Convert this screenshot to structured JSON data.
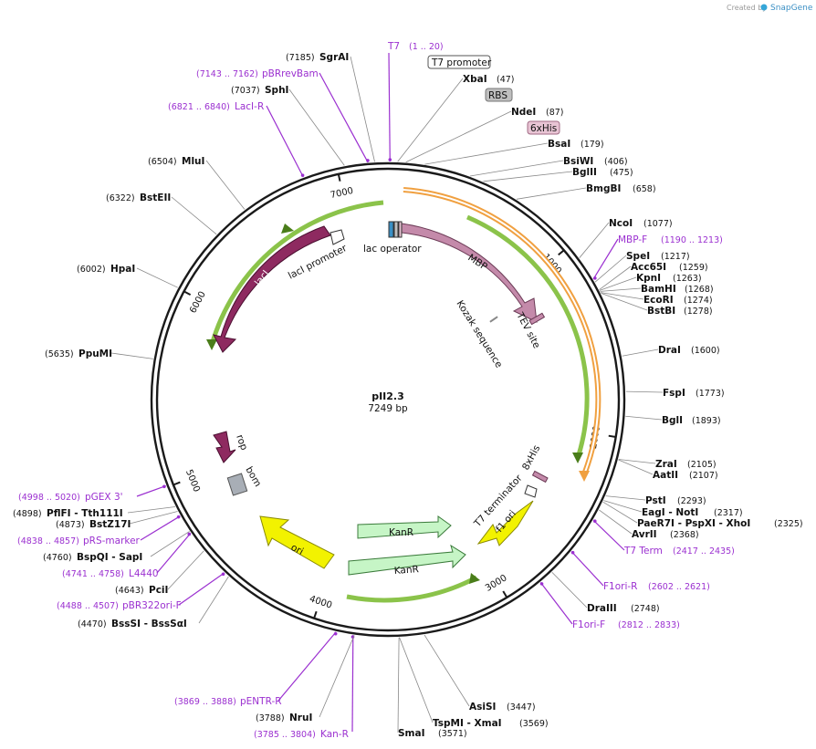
{
  "plasmid": {
    "name": "pII2.3",
    "length_label": "7249 bp",
    "length": 7249
  },
  "credit": {
    "text": "Created by",
    "brand": "SnapGene"
  },
  "colors": {
    "backbone": "#1a1a1a",
    "enzyme_line": "#888888",
    "primer": "#9b30d0",
    "green_orf": "#8bc34a",
    "orange_orf": "#f0a040",
    "MBP": "#c48aaa",
    "lacI": "#8e2a60",
    "KanR": "#c6f5c6",
    "ori": "#f2f200",
    "bom": "#a8aeb6",
    "RBS": "#bfbfbf",
    "6xHis": "#e8c4d4"
  },
  "ticks": [
    {
      "bp": 1000,
      "label": "1000"
    },
    {
      "bp": 2000,
      "label": "2000"
    },
    {
      "bp": 3000,
      "label": "3000"
    },
    {
      "bp": 4000,
      "label": "4000"
    },
    {
      "bp": 5000,
      "label": "5000"
    },
    {
      "bp": 6000,
      "label": "6000"
    },
    {
      "bp": 7000,
      "label": "7000"
    }
  ],
  "enzymes": [
    {
      "name": "XbaI",
      "pos": "(47)"
    },
    {
      "name": "NdeI",
      "pos": "(87)"
    },
    {
      "name": "BsaI",
      "pos": "(179)"
    },
    {
      "name": "BsiWI",
      "pos": "(406)"
    },
    {
      "name": "BglII",
      "pos": "(475)"
    },
    {
      "name": "BmgBI",
      "pos": "(658)"
    },
    {
      "name": "NcoI",
      "pos": "(1077)"
    },
    {
      "name": "SpeI",
      "pos": "(1217)"
    },
    {
      "name": "Acc65I",
      "pos": "(1259)"
    },
    {
      "name": "KpnI",
      "pos": "(1263)"
    },
    {
      "name": "BamHI",
      "pos": "(1268)"
    },
    {
      "name": "EcoRI",
      "pos": "(1274)"
    },
    {
      "name": "BstBI",
      "pos": "(1278)"
    },
    {
      "name": "DraI",
      "pos": "(1600)"
    },
    {
      "name": "FspI",
      "pos": "(1773)"
    },
    {
      "name": "BglI",
      "pos": "(1893)"
    },
    {
      "name": "ZraI",
      "pos": "(2105)"
    },
    {
      "name": "AatII",
      "pos": "(2107)"
    },
    {
      "name": "PstI",
      "pos": "(2293)"
    },
    {
      "name": "EagI - NotI",
      "pos": "(2317)"
    },
    {
      "name": "PaeR7I - PspXI - XhoI",
      "pos": "(2325)"
    },
    {
      "name": "AvrII",
      "pos": "(2368)"
    },
    {
      "name": "DraIII",
      "pos": "(2748)"
    },
    {
      "name": "AsiSI",
      "pos": "(3447)"
    },
    {
      "name": "TspMI - XmaI",
      "pos": "(3569)"
    },
    {
      "name": "SmaI",
      "pos": "(3571)"
    },
    {
      "name": "NruI",
      "pos": "(3788)"
    },
    {
      "name": "BssSI - BssSαI",
      "pos": "(4470)"
    },
    {
      "name": "PciI",
      "pos": "(4643)"
    },
    {
      "name": "BspQI - SapI",
      "pos": "(4760)"
    },
    {
      "name": "BstZ17I",
      "pos": "(4873)"
    },
    {
      "name": "PflFI - Tth111I",
      "pos": "(4898)"
    },
    {
      "name": "PpuMI",
      "pos": "(5635)"
    },
    {
      "name": "HpaI",
      "pos": "(6002)"
    },
    {
      "name": "BstEII",
      "pos": "(6322)"
    },
    {
      "name": "MluI",
      "pos": "(6504)"
    },
    {
      "name": "SphI",
      "pos": "(7037)"
    },
    {
      "name": "SgrAI",
      "pos": "(7185)"
    }
  ],
  "primers": [
    {
      "name": "T7",
      "range": "(1 .. 20)"
    },
    {
      "name": "MBP-F",
      "range": "(1190 .. 1213)"
    },
    {
      "name": "T7 Term",
      "range": "(2417 .. 2435)"
    },
    {
      "name": "F1ori-R",
      "range": "(2602 .. 2621)"
    },
    {
      "name": "F1ori-F",
      "range": "(2812 .. 2833)"
    },
    {
      "name": "Kan-R",
      "range": "(3785 .. 3804)"
    },
    {
      "name": "pENTR-R",
      "range": "(3869 .. 3888)"
    },
    {
      "name": "pBR322ori-F",
      "range": "(4488 .. 4507)"
    },
    {
      "name": "L4440",
      "range": "(4741 .. 4758)"
    },
    {
      "name": "pRS-marker",
      "range": "(4838 .. 4857)"
    },
    {
      "name": "pGEX 3'",
      "range": "(4998 .. 5020)"
    },
    {
      "name": "LacI-R",
      "range": "(6821 .. 6840)"
    },
    {
      "name": "pBRrevBam",
      "range": "(7143 .. 7162)"
    }
  ],
  "boxed_features": [
    {
      "name": "T7 promoter"
    },
    {
      "name": "RBS"
    },
    {
      "name": "6xHis"
    }
  ],
  "features": [
    {
      "name": "MBP"
    },
    {
      "name": "lacI"
    },
    {
      "name": "lacI promoter"
    },
    {
      "name": "lac operator"
    },
    {
      "name": "TEV site"
    },
    {
      "name": "Kozak sequence"
    },
    {
      "name": "8xHis"
    },
    {
      "name": "T7 terminator"
    },
    {
      "name": "f1 ori"
    },
    {
      "name": "KanR"
    },
    {
      "name": "KanR"
    },
    {
      "name": "ori"
    },
    {
      "name": "rop"
    },
    {
      "name": "bom"
    }
  ]
}
